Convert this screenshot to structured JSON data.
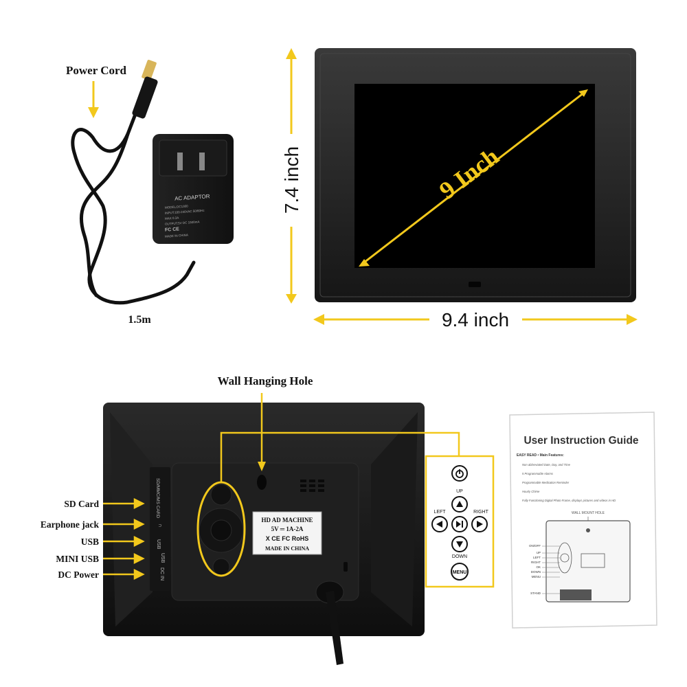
{
  "accessories": {
    "power_cord_label": "Power Cord",
    "cable_length": "1.5m",
    "adaptor": {
      "title": "AC ADAPTOR",
      "lines": [
        "MODEL:DC1300",
        "INPUT:100-240VAC 50/60Hz",
        "MAX 0.3A",
        "OUTPUT:5V DC 1500mA",
        "MADE IN CHINA"
      ],
      "marks": "FC CE"
    }
  },
  "frame_front": {
    "height_label": "7.4 inch",
    "width_label": "9.4 inch",
    "diagonal_label": "9 Inch"
  },
  "frame_back": {
    "wall_hanging_label": "Wall Hanging Hole",
    "ports": [
      "SD Card",
      "Earphone jack",
      "USB",
      "MINI USB",
      "DC Power"
    ],
    "port_strip": [
      "SD/MMC/MS CARD",
      "∩",
      "USB",
      "USB",
      "DC IN"
    ],
    "sticker": {
      "title": "HD AD MACHINE",
      "rating": "5V ═ 1A-2A",
      "marks": "X CE FC RoHS",
      "origin": "MADE IN CHINA"
    }
  },
  "buttons": {
    "up": "UP",
    "left": "LEFT",
    "right": "RIGHT",
    "down": "DOWN",
    "menu": "MENU"
  },
  "manual": {
    "title": "User Instruction Guide",
    "subtitle": "EASY READ • Main Features:",
    "features": [
      "Non abbreviated Date, Day, and Time",
      "5 Programmable Alarms",
      "Programmable Medication Reminder",
      "Hourly Chime",
      "Fully Functioning Digital Photo Frame, displays pictures and videos in HD"
    ],
    "diagram_title": "WALL MOUNT HOLE",
    "diagram_labels": [
      "ON/OFF",
      "UP",
      "LEFT",
      "RIGHT",
      "OK",
      "DOWN",
      "MENU",
      "STAND"
    ]
  },
  "colors": {
    "accent": "#f2c81c",
    "frame": "#1c1c1c",
    "screen": "#000000"
  }
}
